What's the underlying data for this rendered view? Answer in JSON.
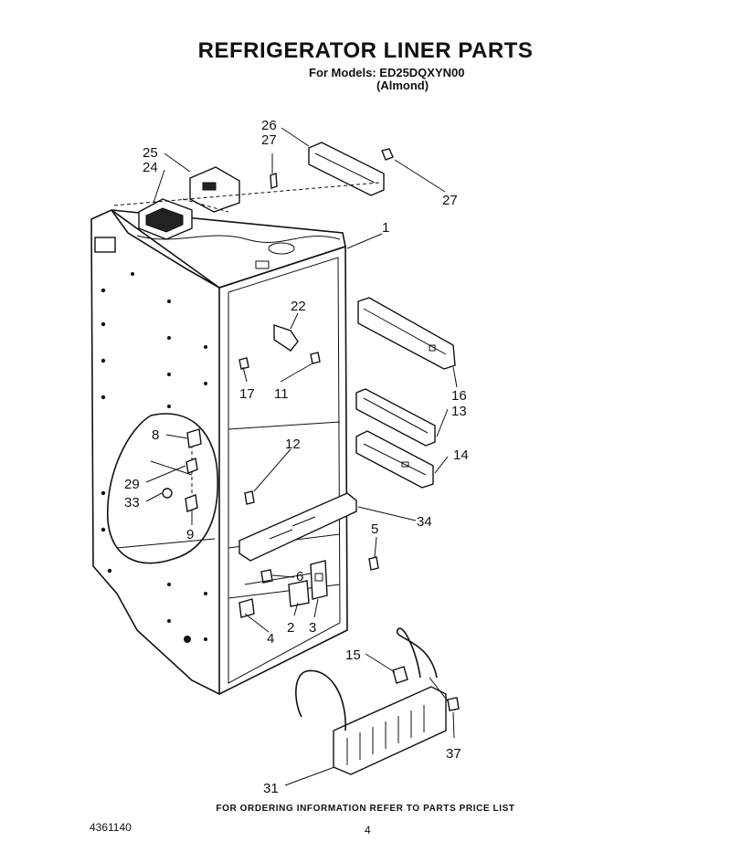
{
  "header": {
    "title": "REFRIGERATOR LINER PARTS",
    "models": "For Models: ED25DQXYN00",
    "finish": "(Almond)"
  },
  "callouts": [
    {
      "id": "c1",
      "label": "1"
    },
    {
      "id": "c2",
      "label": "2"
    },
    {
      "id": "c3",
      "label": "3"
    },
    {
      "id": "c4",
      "label": "4"
    },
    {
      "id": "c5",
      "label": "5"
    },
    {
      "id": "c6",
      "label": "6"
    },
    {
      "id": "c8",
      "label": "8"
    },
    {
      "id": "c9",
      "label": "9"
    },
    {
      "id": "c11",
      "label": "11"
    },
    {
      "id": "c12",
      "label": "12"
    },
    {
      "id": "c13",
      "label": "13"
    },
    {
      "id": "c14",
      "label": "14"
    },
    {
      "id": "c15",
      "label": "15"
    },
    {
      "id": "c16",
      "label": "16"
    },
    {
      "id": "c17",
      "label": "17"
    },
    {
      "id": "c22",
      "label": "22"
    },
    {
      "id": "c24",
      "label": "24"
    },
    {
      "id": "c25",
      "label": "25"
    },
    {
      "id": "c26",
      "label": "26"
    },
    {
      "id": "c27a",
      "label": "27"
    },
    {
      "id": "c27b",
      "label": "27"
    },
    {
      "id": "c29",
      "label": "29"
    },
    {
      "id": "c31",
      "label": "31"
    },
    {
      "id": "c33",
      "label": "33"
    },
    {
      "id": "c34",
      "label": "34"
    },
    {
      "id": "c37",
      "label": "37"
    }
  ],
  "footer": {
    "note": "FOR ORDERING INFORMATION REFER TO PARTS PRICE LIST",
    "doc_number": "4361140",
    "page": "4"
  }
}
